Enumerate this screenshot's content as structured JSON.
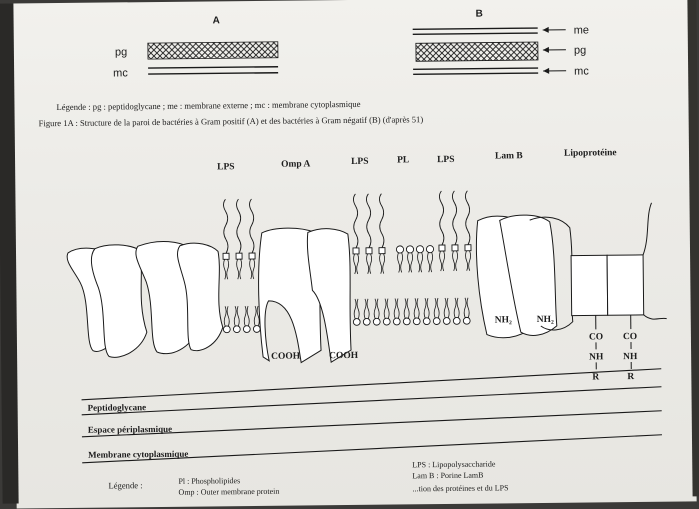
{
  "figure_a": {
    "panel_label": "A",
    "labels": {
      "pg": "pg",
      "mc": "mc"
    }
  },
  "figure_b": {
    "panel_label": "B",
    "labels": {
      "me": "me",
      "pg": "pg",
      "mc": "mc"
    }
  },
  "legend_top": "Légende : pg : peptidoglycane ; me : membrane externe ; mc : membrane cytoplasmique",
  "caption": "Figure 1A : Structure de la paroi de bactéries à Gram positif (A) et des bactéries à Gram négatif (B) (d'après 51)",
  "diagram": {
    "top_labels": {
      "lps1": "LPS",
      "ompa": "Omp A",
      "lps2": "LPS",
      "pl": "PL",
      "lps3": "LPS",
      "lamb": "Lam B",
      "lipoproteine": "Lipoprotéine"
    },
    "cooh": "COOH",
    "nh2": "NH₂",
    "lipo_chain": {
      "co": "CO",
      "nh": "NH",
      "r": "R"
    },
    "layers": {
      "peptidoglycane": "Peptidoglycane",
      "periplasmique": "Espace périplasmique",
      "cytoplasmique": "Membrane cytoplasmique"
    }
  },
  "legend_bottom": {
    "title": "Légende :",
    "items": [
      "Pl : Phospholipides",
      "Omp : Outer membrane protein",
      "LPS : Lipopolysaccharide",
      "Lam B : Porine LamB"
    ],
    "partial_text": "...tion des protéines et du LPS"
  }
}
